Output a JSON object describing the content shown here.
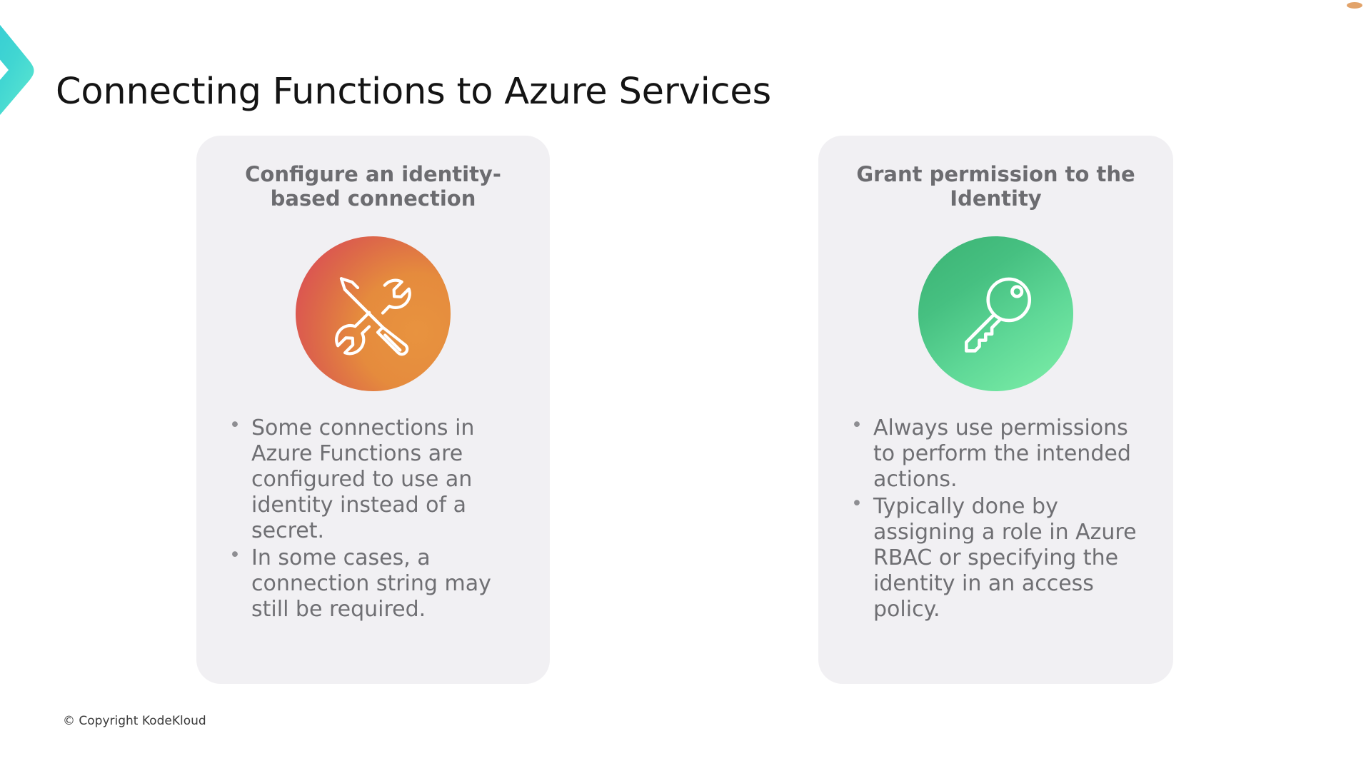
{
  "slide": {
    "title": "Connecting Functions to Azure Services",
    "footer": "© Copyright KodeKloud",
    "background_color": "#ffffff",
    "title_color": "#141414"
  },
  "decor": {
    "chevron_icon": "chevron-right-mark",
    "chevron_gradient_from": "#2ec7d6",
    "chevron_gradient_to": "#5ce6d0",
    "corner_accent_color": "#dd9350"
  },
  "cards": [
    {
      "heading": "Configure an identity-based connection",
      "icon": "tools-wrench-screwdriver-icon",
      "icon_gradient_from": "#d9405a",
      "icon_gradient_to": "#e8933f",
      "background_color": "#f1f0f3",
      "heading_color": "#6c6c70",
      "body_color": "#6f6f73",
      "bullets": [
        "Some connections in Azure Functions are configured to use an identity instead of a secret.",
        "In some cases, a connection string may still be required."
      ]
    },
    {
      "heading": "Grant permission to the Identity",
      "icon": "key-icon",
      "icon_gradient_from": "#3bb273",
      "icon_gradient_to": "#7ff0a9",
      "background_color": "#f1f0f3",
      "heading_color": "#6c6c70",
      "body_color": "#6f6f73",
      "bullets": [
        "Always use permissions to perform the intended actions.",
        "Typically done by assigning a role in Azure RBAC or specifying the identity in an access policy."
      ]
    }
  ]
}
